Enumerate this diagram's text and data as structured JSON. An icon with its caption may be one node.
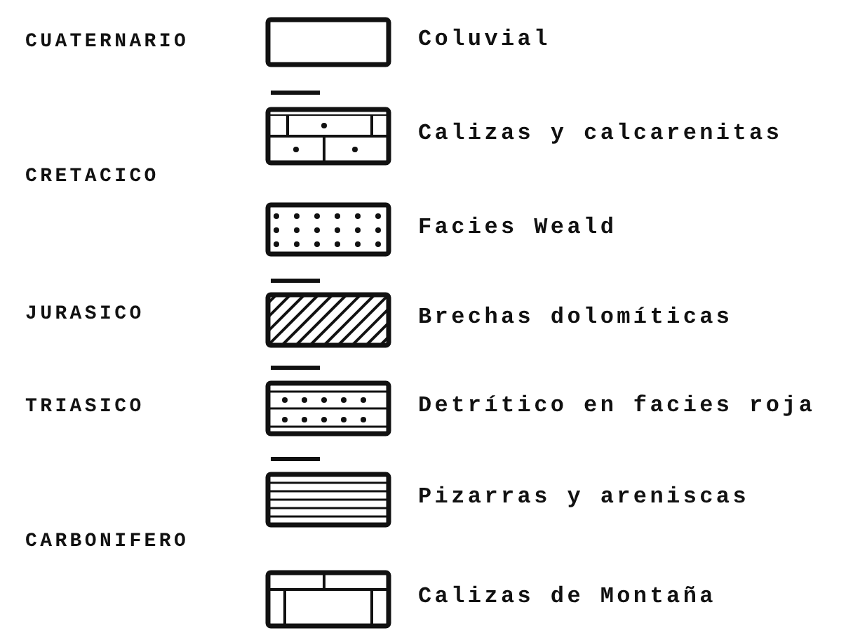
{
  "diagram": {
    "labels": [
      "CUATERNARIO",
      "CRETACICO",
      "JURASICO",
      "TRIASICO",
      "CARBONIFERO"
    ],
    "legend": [
      {
        "text": "Coluvial"
      },
      {
        "text": "Calizas y calcarenitas"
      },
      {
        "text": "Facies Weald"
      },
      {
        "text": "Brechas dolomíticas"
      },
      {
        "text": "Detrítico en facies roja"
      },
      {
        "text": "Pizarras y areniscas"
      },
      {
        "text": "Calizas de Montaña"
      }
    ]
  }
}
